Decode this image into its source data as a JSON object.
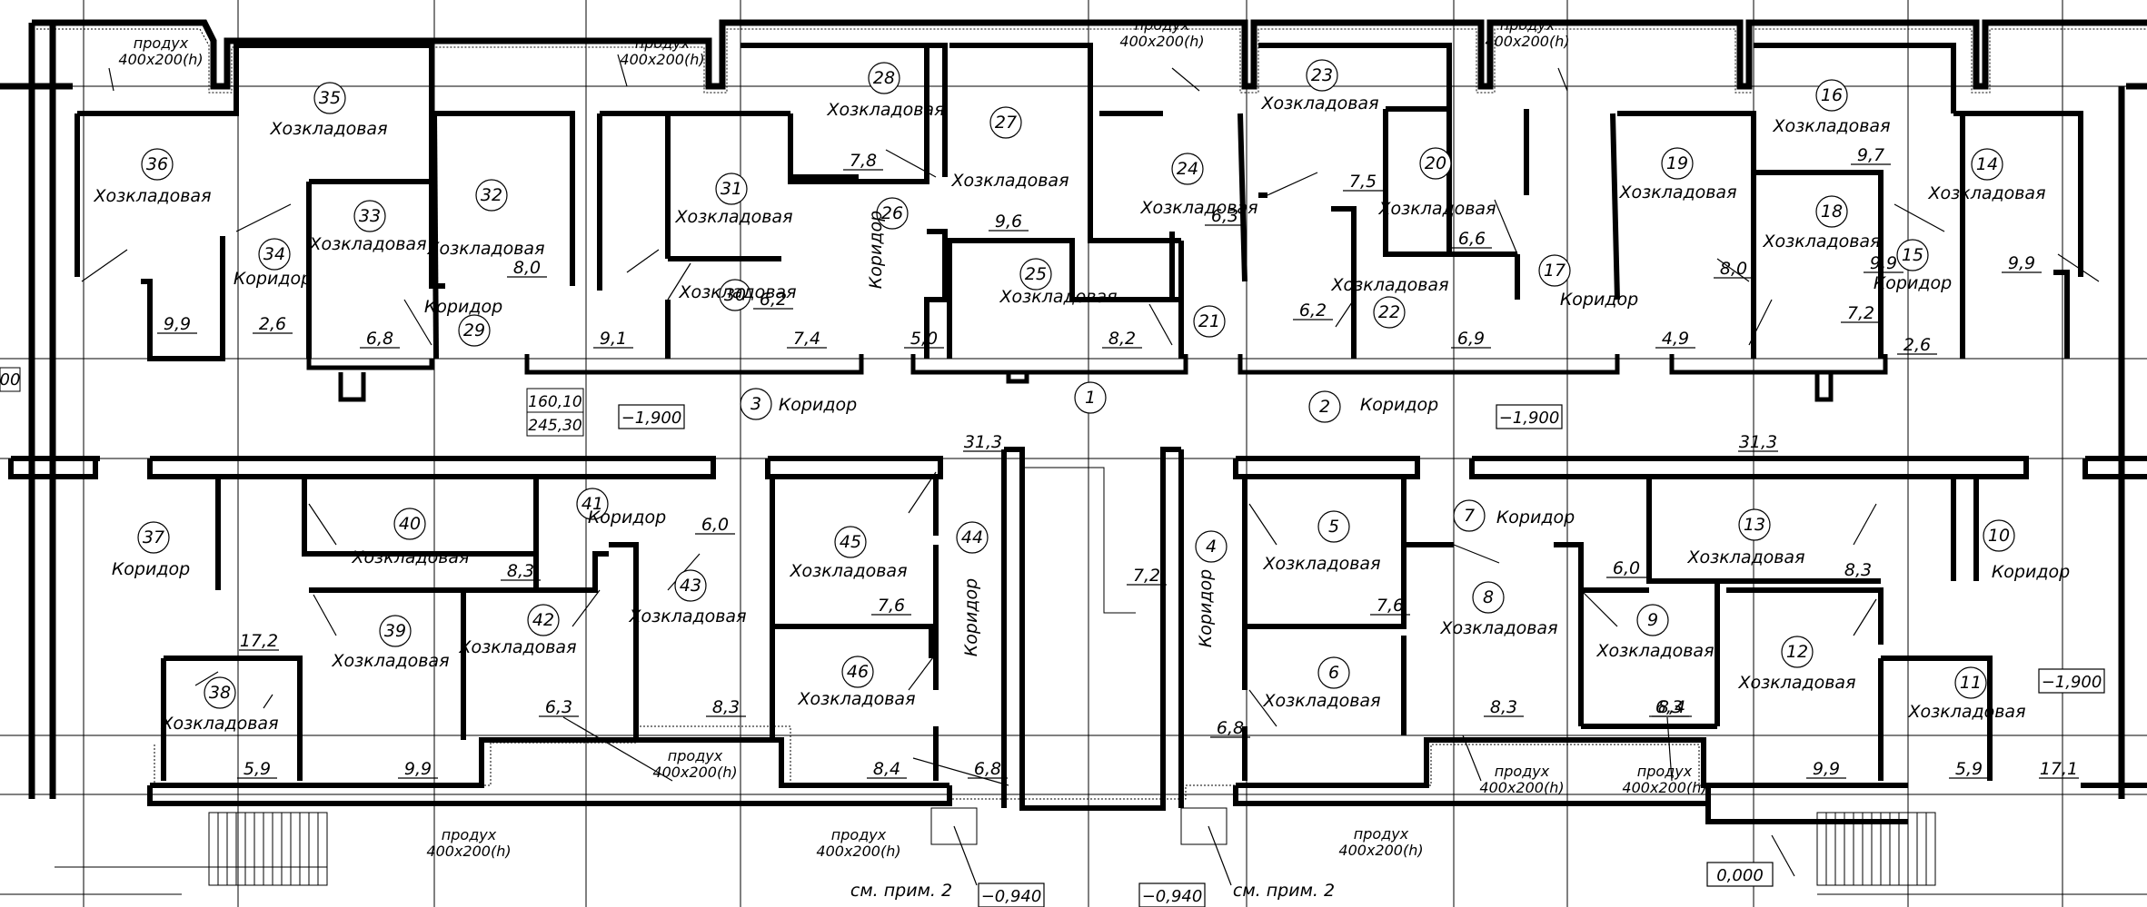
{
  "rooms": [
    {
      "num": "1"
    },
    {
      "num": "2",
      "name": "Коридор"
    },
    {
      "num": "3",
      "name": "Коридор"
    },
    {
      "num": "4",
      "name": "Коридор"
    },
    {
      "num": "5",
      "name": "Хозкладовая"
    },
    {
      "num": "6",
      "name": "Хозкладовая"
    },
    {
      "num": "7",
      "name": "Коридор"
    },
    {
      "num": "8",
      "name": "Хозкладовая"
    },
    {
      "num": "9",
      "name": "Хозкладовая"
    },
    {
      "num": "10",
      "name": "Коридор"
    },
    {
      "num": "11",
      "name": "Хозкладовая"
    },
    {
      "num": "12",
      "name": "Хозкладовая"
    },
    {
      "num": "13",
      "name": "Хозкладовая"
    },
    {
      "num": "14",
      "name": "Хозкладовая"
    },
    {
      "num": "15",
      "name": "Коридор"
    },
    {
      "num": "16",
      "name": "Хозкладовая"
    },
    {
      "num": "17",
      "name": "Коридор"
    },
    {
      "num": "18",
      "name": "Хозкладовая"
    },
    {
      "num": "19",
      "name": "Хозкладовая"
    },
    {
      "num": "20",
      "name": "Хозкладовая"
    },
    {
      "num": "21"
    },
    {
      "num": "22",
      "name": "Хозкладовая"
    },
    {
      "num": "23",
      "name": "Хозкладовая"
    },
    {
      "num": "24",
      "name": "Хозкладовая"
    },
    {
      "num": "25",
      "name": "Хозкладовая"
    },
    {
      "num": "26",
      "name": "Коридор"
    },
    {
      "num": "27",
      "name": "Хозкладовая"
    },
    {
      "num": "28",
      "name": "Хозкладовая"
    },
    {
      "num": "29",
      "name": "Коридор"
    },
    {
      "num": "30",
      "name": "Хозкладовая"
    },
    {
      "num": "31",
      "name": "Хозкладовая"
    },
    {
      "num": "32",
      "name": "Хозкладовая"
    },
    {
      "num": "33",
      "name": "Хозкладовая"
    },
    {
      "num": "34",
      "name": "Коридор"
    },
    {
      "num": "35",
      "name": "Хозкладовая"
    },
    {
      "num": "36",
      "name": "Хозкладовая"
    },
    {
      "num": "37",
      "name": "Коридор"
    },
    {
      "num": "38",
      "name": "Хозкладовая"
    },
    {
      "num": "39",
      "name": "Хозкладовая"
    },
    {
      "num": "40",
      "name": "Хозкладовая"
    },
    {
      "num": "41",
      "name": "Коридор"
    },
    {
      "num": "42",
      "name": "Хозкладовая"
    },
    {
      "num": "43",
      "name": "Хозкладовая"
    },
    {
      "num": "44",
      "name": "Коридор"
    },
    {
      "num": "45",
      "name": "Хозкладовая"
    },
    {
      "num": "46",
      "name": "Хозкладовая"
    }
  ],
  "areas": [
    "9,9",
    "8,0",
    "6,8",
    "9,1",
    "7,4",
    "9,9",
    "2,6",
    "6,2",
    "7,8",
    "9,6",
    "5,0",
    "8,2",
    "6,3",
    "6,2",
    "7,5",
    "6,6",
    "6,9",
    "8,0",
    "9,7",
    "7,2",
    "4,9",
    "2,6",
    "9,9",
    "31,3",
    "31,3",
    "6,0",
    "8,3",
    "7,6",
    "6,3",
    "8,3",
    "8,4",
    "6,8",
    "17,2",
    "5,9",
    "9,9",
    "7,2",
    "6,8",
    "7,6",
    "8,3",
    "8,4",
    "6,0",
    "8,3",
    "6,3",
    "9,9",
    "5,9",
    "17,1"
  ],
  "levels": [
    "−1,900",
    "−1,900",
    "−1,900",
    "0,000",
    "−0,940",
    "−0,940"
  ],
  "coords": [
    "160,10",
    "245,30"
  ],
  "vent": {
    "line1": "продух",
    "line2": "400х200(h)"
  },
  "notes": [
    "см. прим. 2",
    "см. прим. 2"
  ],
  "edge_text": "00"
}
